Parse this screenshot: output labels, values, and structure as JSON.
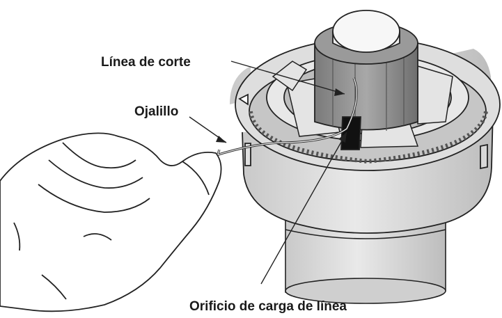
{
  "labels": {
    "cutting_line": "Línea de corte",
    "eyelet": "Ojalillo",
    "line_loading_hole": "Orificio de carga de línea"
  }
}
